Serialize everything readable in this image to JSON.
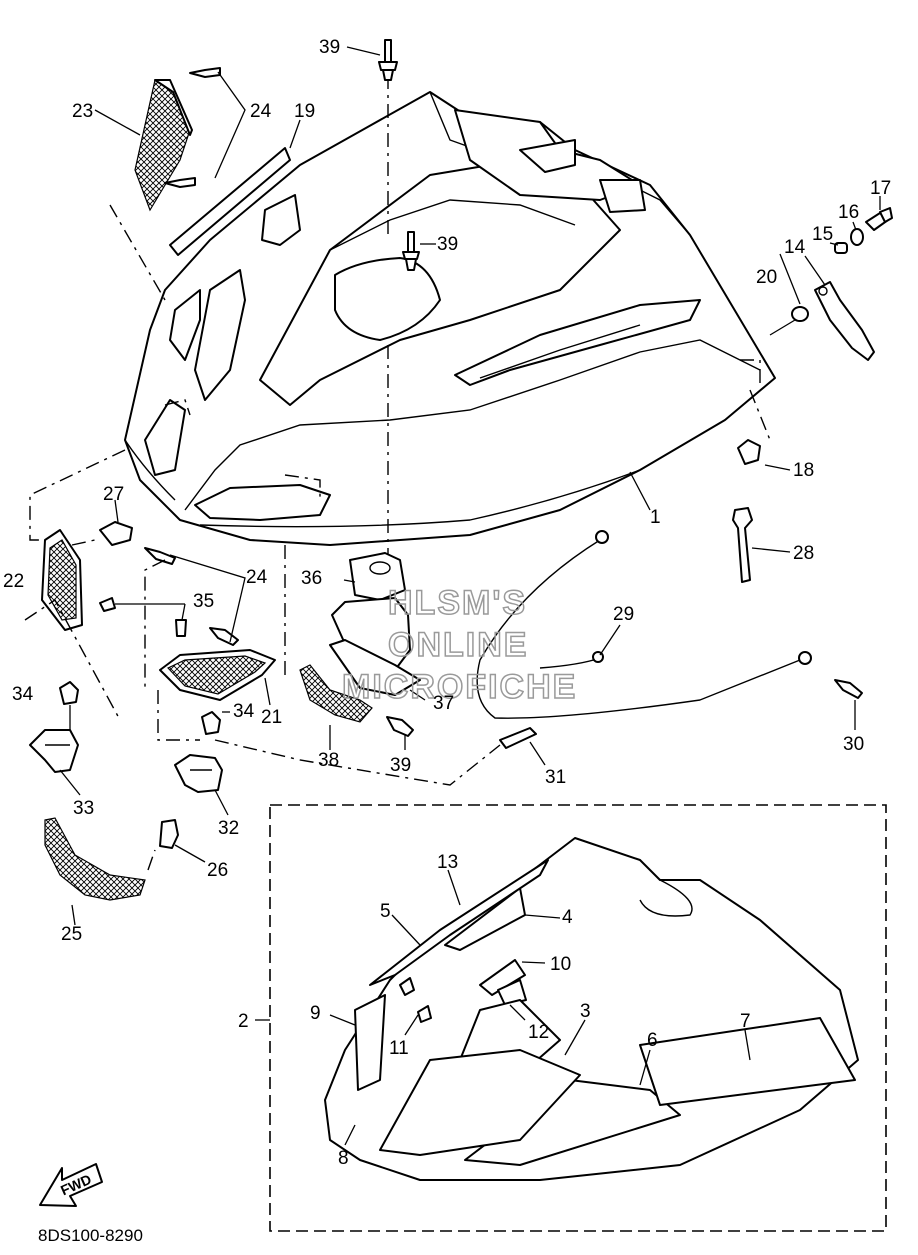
{
  "callouts": {
    "c1": "1",
    "c2": "2",
    "c3": "3",
    "c4": "4",
    "c5": "5",
    "c6": "6",
    "c7": "7",
    "c8": "8",
    "c9": "9",
    "c10": "10",
    "c11": "11",
    "c12": "12",
    "c13": "13",
    "c14": "14",
    "c15": "15",
    "c16": "16",
    "c17": "17",
    "c18": "18",
    "c19": "19",
    "c20": "20",
    "c21": "21",
    "c22": "22",
    "c23": "23",
    "c24a": "24",
    "c24b": "24",
    "c25": "25",
    "c26": "26",
    "c27": "27",
    "c28": "28",
    "c29": "29",
    "c30": "30",
    "c31": "31",
    "c32": "32",
    "c33": "33",
    "c34a": "34",
    "c34b": "34",
    "c35": "35",
    "c36": "36",
    "c37": "37",
    "c38": "38",
    "c39a": "39",
    "c39b": "39",
    "c39c": "39"
  },
  "watermark": {
    "line1": "HLSM'S",
    "line2": "ONLINE",
    "line3": "MICROFICHE"
  },
  "fwd_label": "FWD",
  "diagram_code": "8DS100-8290"
}
